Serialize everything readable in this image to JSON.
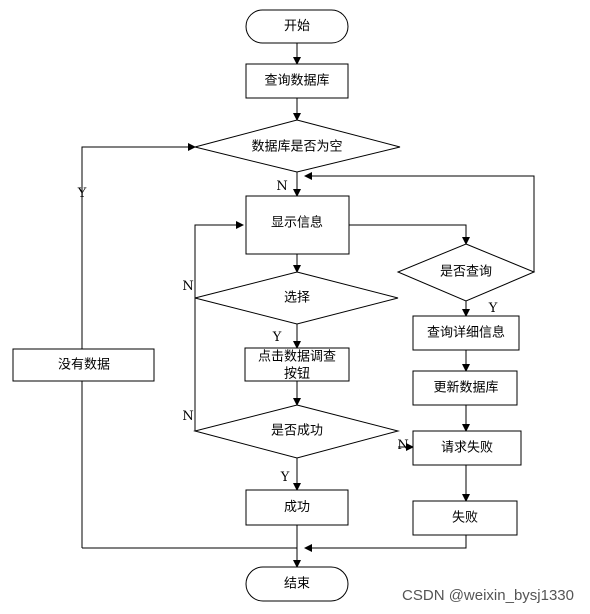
{
  "nodes": {
    "start": "开始",
    "query_db": "查询数据库",
    "db_empty": "数据库是否为空",
    "show_info": "显示信息",
    "is_query": "是否查询",
    "query_detail": "查询详细信息",
    "update_db": "更新数据库",
    "select": "选择",
    "click_btn_line1": "点击数据调查",
    "click_btn_line2": "按钮",
    "is_success": "是否成功",
    "request_fail": "请求失败",
    "success": "成功",
    "fail": "失败",
    "no_data": "没有数据",
    "end": "结束"
  },
  "labels": {
    "yes": "Y",
    "no": "N"
  },
  "watermark": "CSDN @weixin_bysj1330"
}
